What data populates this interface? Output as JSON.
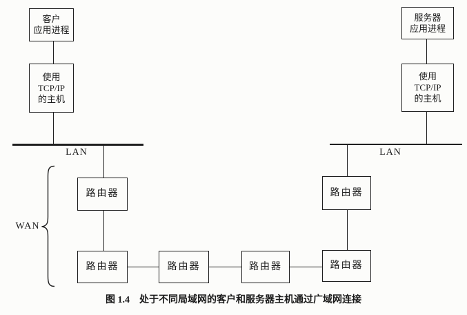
{
  "labels": {
    "lan": "LAN",
    "wan": "WAN",
    "router": "路由器"
  },
  "nodes": {
    "client_app": {
      "lines": [
        "客户",
        "应用进程"
      ]
    },
    "client_host": {
      "lines": [
        "使用",
        "TCP/IP",
        "的主机"
      ]
    },
    "server_app": {
      "lines": [
        "服务器",
        "应用进程"
      ]
    },
    "server_host": {
      "lines": [
        "使用",
        "TCP/IP",
        "的主机"
      ]
    }
  },
  "figure": {
    "caption_prefix": "图 1.4",
    "caption_text": "处于不同局域网的客户和服务器主机通过广域网连接"
  },
  "colors": {
    "line": "#1f1f1f",
    "text": "#1a1a1a",
    "background": "#fcfcfa"
  }
}
